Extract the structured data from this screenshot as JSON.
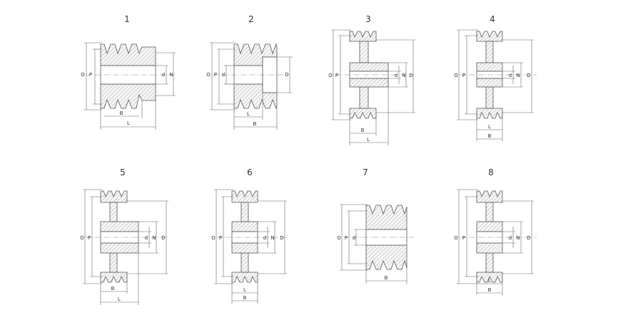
{
  "figures": [
    {
      "number": "1",
      "labels": {
        "O": "O",
        "P": "P",
        "d": "d",
        "N": "N",
        "B": "B",
        "L": "L"
      }
    },
    {
      "number": "2",
      "labels": {
        "O": "O",
        "P": "P",
        "d": "d",
        "D": "D",
        "L": "L",
        "B": "B"
      }
    },
    {
      "number": "3",
      "labels": {
        "O": "O",
        "P": "P",
        "d": "d",
        "N": "N",
        "D": "D",
        "B": "B",
        "L": "L"
      }
    },
    {
      "number": "4",
      "labels": {
        "O": "O",
        "P": "P",
        "d": "d",
        "N": "N",
        "D": "D",
        "L": "L",
        "B": "B"
      }
    },
    {
      "number": "5",
      "labels": {
        "O": "O",
        "P": "P",
        "d": "d",
        "N": "N",
        "D": "D",
        "B": "B",
        "L": "L"
      }
    },
    {
      "number": "6",
      "labels": {
        "O": "O",
        "P": "P",
        "d": "d",
        "N": "N",
        "D": "D",
        "L": "L",
        "B": "B"
      }
    },
    {
      "number": "7",
      "labels": {
        "O": "O",
        "P": "P",
        "d": "d",
        "B": "B"
      }
    },
    {
      "number": "8",
      "labels": {
        "O": "O",
        "P": "P",
        "d": "d",
        "N": "N",
        "D": "D",
        "L": "L",
        "B": "B"
      }
    }
  ]
}
